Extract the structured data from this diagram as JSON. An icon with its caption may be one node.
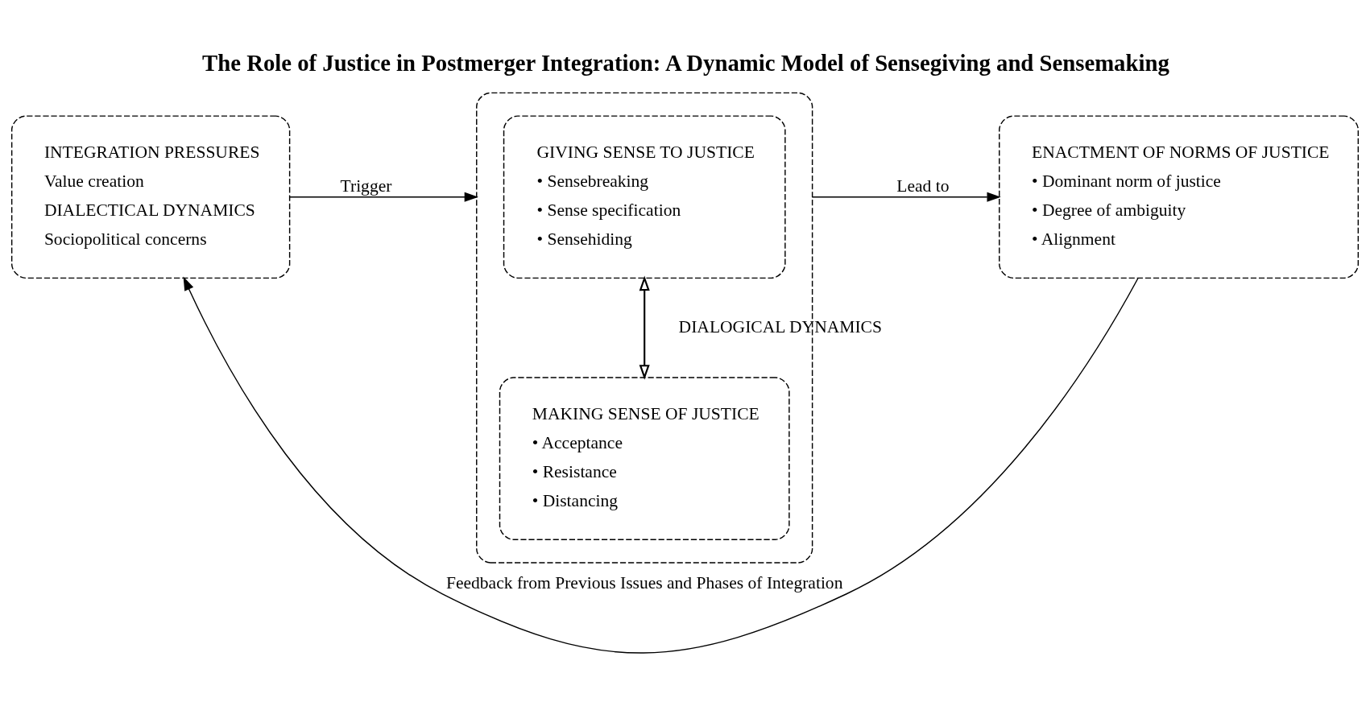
{
  "diagram": {
    "title": "The Role of Justice in Postmerger Integration: A Dynamic Model of Sensegiving and Sensemaking",
    "nodes": [
      {
        "text": [
          "INTEGRATION PRESSURES",
          "Value creation",
          "DIALECTICAL DYNAMICS",
          "Sociopolitical concerns"
        ]
      },
      {
        "text": [],
        "shape": "box"
      },
      {
        "text": [
          "GIVING SENSE TO JUSTICE",
          "• Sensebreaking",
          "• Sense specification",
          "• Sensehiding"
        ],
        "in": 1
      },
      {
        "text": [
          "MAKING SENSE OF JUSTICE",
          "• Acceptance",
          "• Resistance",
          "• Distancing"
        ],
        "in": 1
      },
      {
        "text": [
          "ENACTMENT OF NORMS OF JUSTICE",
          "• Dominant norm of justice",
          "• Degree of ambiguity",
          "• Alignment"
        ]
      }
    ],
    "edges": [
      {
        "from": 0,
        "to": 1,
        "arrow": "to",
        "label": "Trigger"
      },
      {
        "from": 2,
        "to": 3,
        "arrow": "both",
        "label": "DIALOGICAL DYNAMICS"
      },
      {
        "from": 1,
        "to": 4,
        "arrow": "to",
        "label": "Lead to"
      },
      {
        "from": 4,
        "to": 0,
        "arrow": "to",
        "label": "Feedback from Previous Issues and Phases of Integration"
      }
    ]
  }
}
